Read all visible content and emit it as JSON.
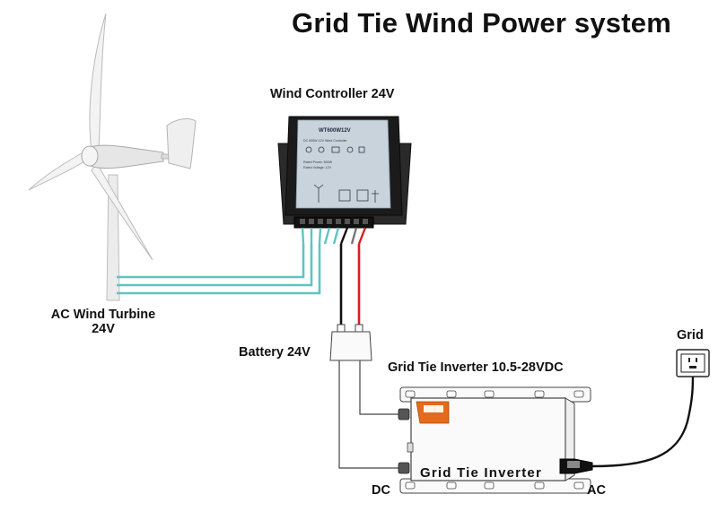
{
  "title": "Grid Tie Wind Power system",
  "labels": {
    "controller": "Wind Controller 24V",
    "turbine_line1": "AC Wind Turbine",
    "turbine_line2": "24V",
    "battery": "Battery 24V",
    "inverter": "Grid Tie Inverter 10.5-28VDC",
    "grid": "Grid",
    "dc": "DC",
    "ac": "AC"
  },
  "controller_panel": {
    "model": "WT600W12V",
    "lines": [
      "DC 600W 12V Wind Controller",
      "Rated Power: 600W",
      "Rated Voltage: 12V"
    ]
  },
  "inverter_panel": {
    "body_text": "Grid Tie Inverter"
  },
  "colors": {
    "ac_wires": "#5fc4c2",
    "dc_positive": "#d62020",
    "dc_negative": "#111111",
    "controller_body": "#1b1b1b",
    "controller_face": "#c9d3dc",
    "inverter_body": "#fafafa",
    "outline": "#444444"
  }
}
